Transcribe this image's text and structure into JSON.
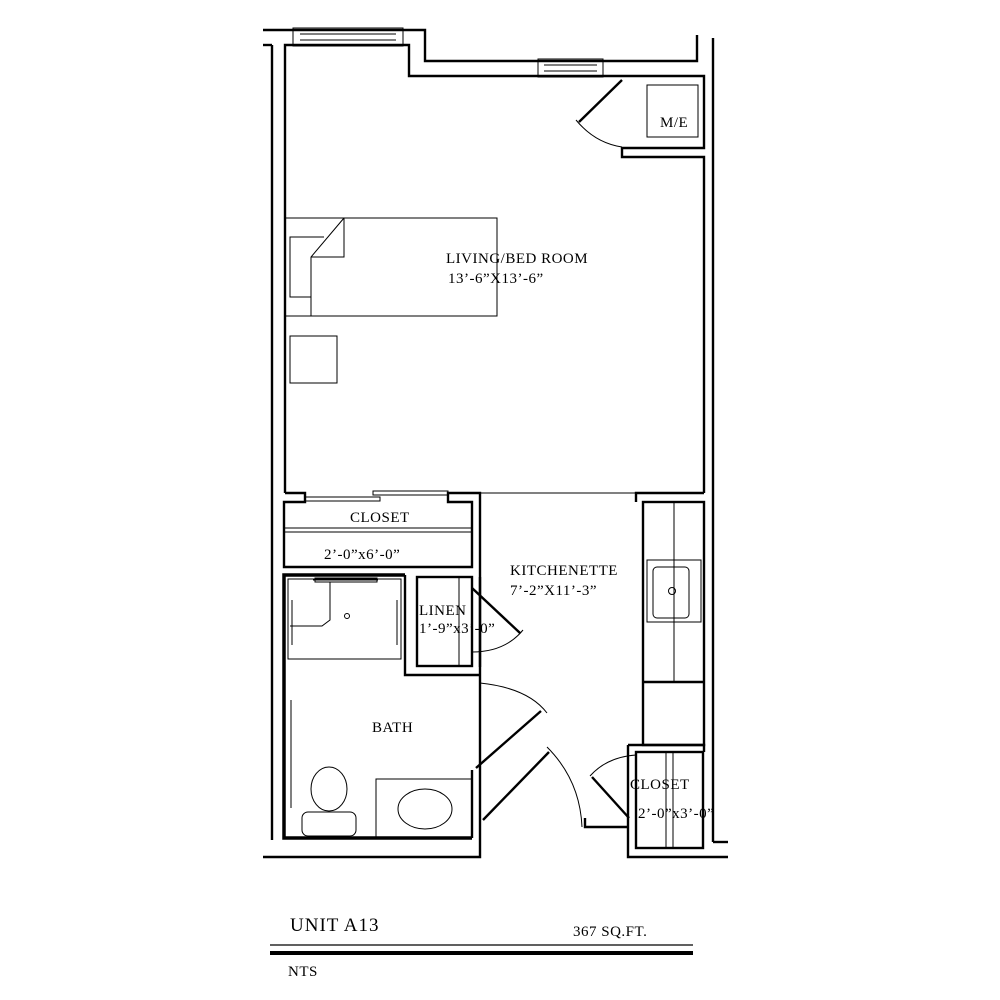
{
  "plan": {
    "rooms": {
      "living": {
        "name": "LIVING/BED ROOM",
        "size": "13’-6”X13’-6”"
      },
      "mech": {
        "name": "M/E"
      },
      "closet_main": {
        "name": "CLOSET",
        "size": "2’-0”x6’-0”"
      },
      "kitchen": {
        "name": "KITCHENETTE",
        "size": "7’-2”X11’-3”"
      },
      "linen": {
        "name": "LINEN",
        "size": "1’-9”x3’-0”"
      },
      "bath": {
        "name": "BATH"
      },
      "closet_entry": {
        "name": "CLOSET",
        "size": "2’-0”x3’-0”"
      }
    }
  },
  "footer": {
    "unit": "UNIT  A13",
    "area": "367  SQ.FT.",
    "scale_note": "NTS"
  }
}
